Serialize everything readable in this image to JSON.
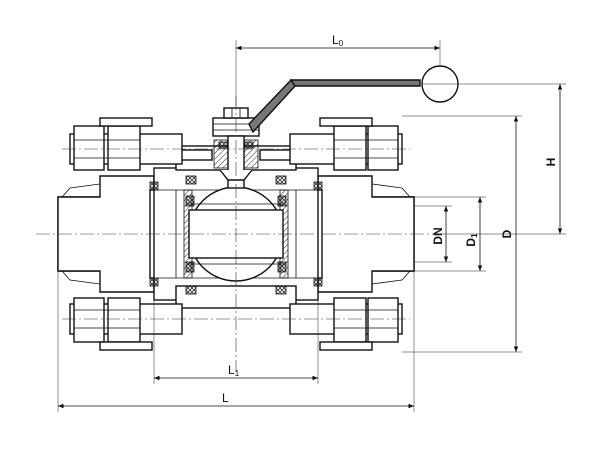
{
  "diagram": {
    "labels": {
      "L0": "L",
      "L0_sub": "0",
      "H": "H",
      "DN": "DN",
      "D1": "D",
      "D1_sub": "1",
      "D": "D",
      "L1": "L",
      "L1_sub": "1",
      "L": "L"
    },
    "colors": {
      "stroke": "#111111",
      "handle_bar": "#777777",
      "background": "#ffffff"
    }
  }
}
